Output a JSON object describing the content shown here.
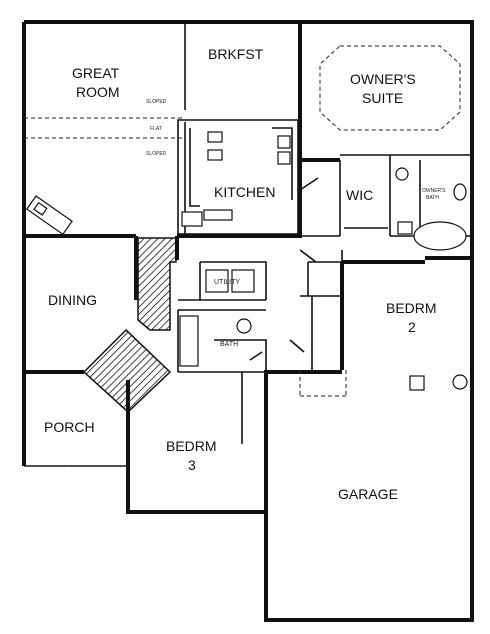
{
  "rooms": {
    "brkfst": "BRKFST",
    "great_room_line1": "GREAT",
    "great_room_line2": "ROOM",
    "owners_suite_line1": "OWNER'S",
    "owners_suite_line2": "SUITE",
    "kitchen": "KITCHEN",
    "wic": "WIC",
    "owners_bath_line1": "OWNER'S",
    "owners_bath_line2": "BATH",
    "utility": "UTILITY",
    "bath": "BATH",
    "dining": "DINING",
    "bedrm2_line1": "BEDRM",
    "bedrm2_line2": "2",
    "porch": "PORCH",
    "bedrm3_line1": "BEDRM",
    "bedrm3_line2": "3",
    "garage": "GARAGE"
  },
  "notes": {
    "sloped": "SLOPED",
    "flat": "FLAT",
    "sloped_2": "SLOPED"
  },
  "colors": {
    "ink": "#111111",
    "paper": "#ffffff"
  }
}
